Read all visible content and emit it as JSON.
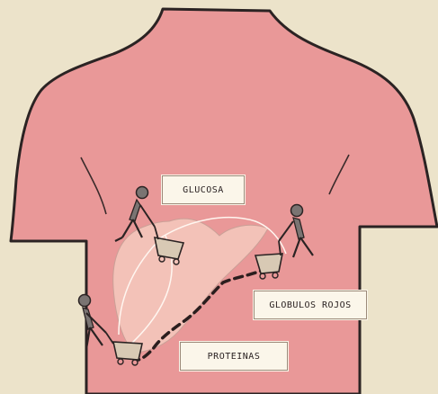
{
  "labels": {
    "glucosa": "GLUCOSA",
    "globulos_rojos": "GLOBULOS ROJOS",
    "proteinas": "PROTEINAS"
  },
  "colors": {
    "background": "#efe6cf",
    "torso_fill": "#e99898",
    "torso_outline": "#2b2323",
    "organ_fill": "#f3c2b8",
    "worker_fill": "#7a7472",
    "label_box_fill": "#fbf6ea"
  },
  "icons": {
    "worker": "person-pushing-cart-icon"
  }
}
